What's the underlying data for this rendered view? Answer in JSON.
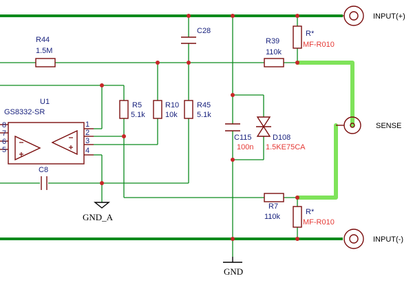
{
  "colors": {
    "wire": "#0a8a1c",
    "bus": "#0a8a1c",
    "component": "#7a0d0d",
    "junction": "#c62828",
    "highlight": "#7fe35a",
    "label": "#1a237e",
    "value_red": "#e53935"
  },
  "connectors": {
    "input_plus": "INPUT(+)",
    "sense": "SENSE",
    "input_minus": "INPUT(-)"
  },
  "grounds": {
    "gnd_a": "GND_A",
    "gnd": "GND"
  },
  "components": {
    "r44": {
      "ref": "R44",
      "value": "1.5M"
    },
    "c28": {
      "ref": "C28"
    },
    "r39": {
      "ref": "R39",
      "value": "110k"
    },
    "r_top": {
      "ref": "R*",
      "value": "MF-R010"
    },
    "u1": {
      "ref": "U1",
      "value": "GS8332-SR",
      "pins": [
        "8",
        "7",
        "6",
        "5",
        "1",
        "2",
        "3",
        "4"
      ]
    },
    "r5": {
      "ref": "R5",
      "value": "5.1k"
    },
    "r10": {
      "ref": "R10",
      "value": "10k"
    },
    "r45": {
      "ref": "R45",
      "value": "5.1k"
    },
    "c115": {
      "ref": "C115",
      "value": "100n"
    },
    "d108": {
      "ref": "D108",
      "value": "1.5KE75CA"
    },
    "c8": {
      "ref": "C8"
    },
    "r7": {
      "ref": "R7",
      "value": "110k"
    },
    "r_bot": {
      "ref": "R*",
      "value": "MF-R010"
    }
  }
}
